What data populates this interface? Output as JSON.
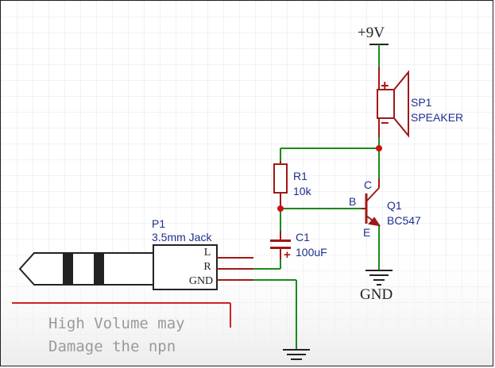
{
  "supply": {
    "label": "+9V"
  },
  "speaker": {
    "ref": "SP1",
    "value": "SPEAKER",
    "plus": "+",
    "minus": "−"
  },
  "resistor": {
    "ref": "R1",
    "value": "10k"
  },
  "capacitor": {
    "ref": "C1",
    "value": "100uF",
    "plus": "+"
  },
  "transistor": {
    "ref": "Q1",
    "value": "BC547",
    "pin_b": "B",
    "pin_c": "C",
    "pin_e": "E"
  },
  "jack": {
    "ref": "P1",
    "value": "3.5mm Jack",
    "pins": [
      "L",
      "R",
      "GND"
    ]
  },
  "ground": {
    "label": "GND"
  },
  "note": {
    "line1": "High Volume may",
    "line2": "Damage the npn"
  },
  "colors": {
    "wire": "#1a8a1a",
    "component": "#a01818",
    "label": "#1f2f8f",
    "junction": "#cc1111",
    "note_border": "#cc2222"
  }
}
